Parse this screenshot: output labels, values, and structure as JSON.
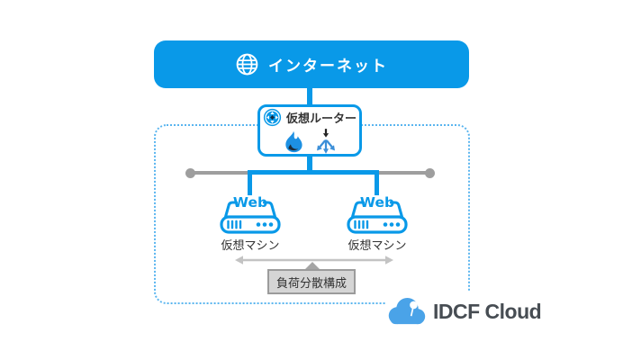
{
  "diagram": {
    "internet_label": "インターネット",
    "router_label": "仮想ルーター",
    "vm1": {
      "tag": "Web",
      "label": "仮想マシン"
    },
    "vm2": {
      "tag": "Web",
      "label": "仮想マシン"
    },
    "lb_label": "負荷分散構成",
    "logo_text": "IDCF Cloud"
  },
  "icons": {
    "globe": "globe-icon",
    "router": "router-icon",
    "firewall": "flame-icon",
    "load_balancer": "split-arrows-icon",
    "web_server": "web-server-icon",
    "cloud_logo": "cloud-logo-icon",
    "spread": "double-arrow-icon"
  },
  "colors": {
    "primary_blue": "#0999e8",
    "dotted_border_blue": "#5ab5ef",
    "segment_gray": "#9e9e9e",
    "arrow_gray": "#c3c3c3",
    "label_box_bg": "#d5d5d5",
    "label_box_border": "#9b9b9b",
    "text_dark": "#333333",
    "logo_cloud_blue": "#4aa3e8",
    "logo_text_gray": "#474d53"
  }
}
